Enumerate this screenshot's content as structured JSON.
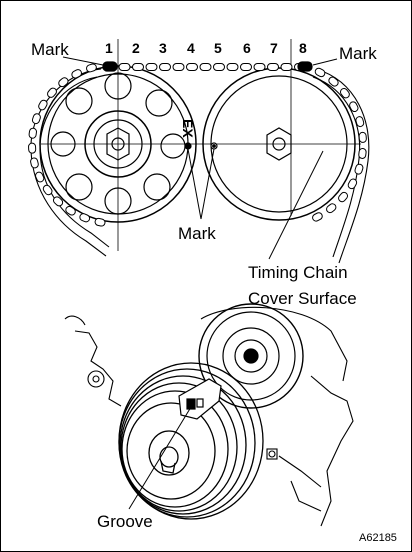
{
  "figure": {
    "labels": {
      "mark_left": "Mark",
      "mark_right": "Mark",
      "mark_bottom": "Mark",
      "timing_chain_line1": "Timing Chain",
      "timing_chain_line2": "Cover Surface",
      "ex": "EX",
      "groove": "Groove",
      "figure_code": "A62185"
    },
    "link_numbers": [
      "1",
      "2",
      "3",
      "4",
      "5",
      "6",
      "7",
      "8"
    ]
  }
}
